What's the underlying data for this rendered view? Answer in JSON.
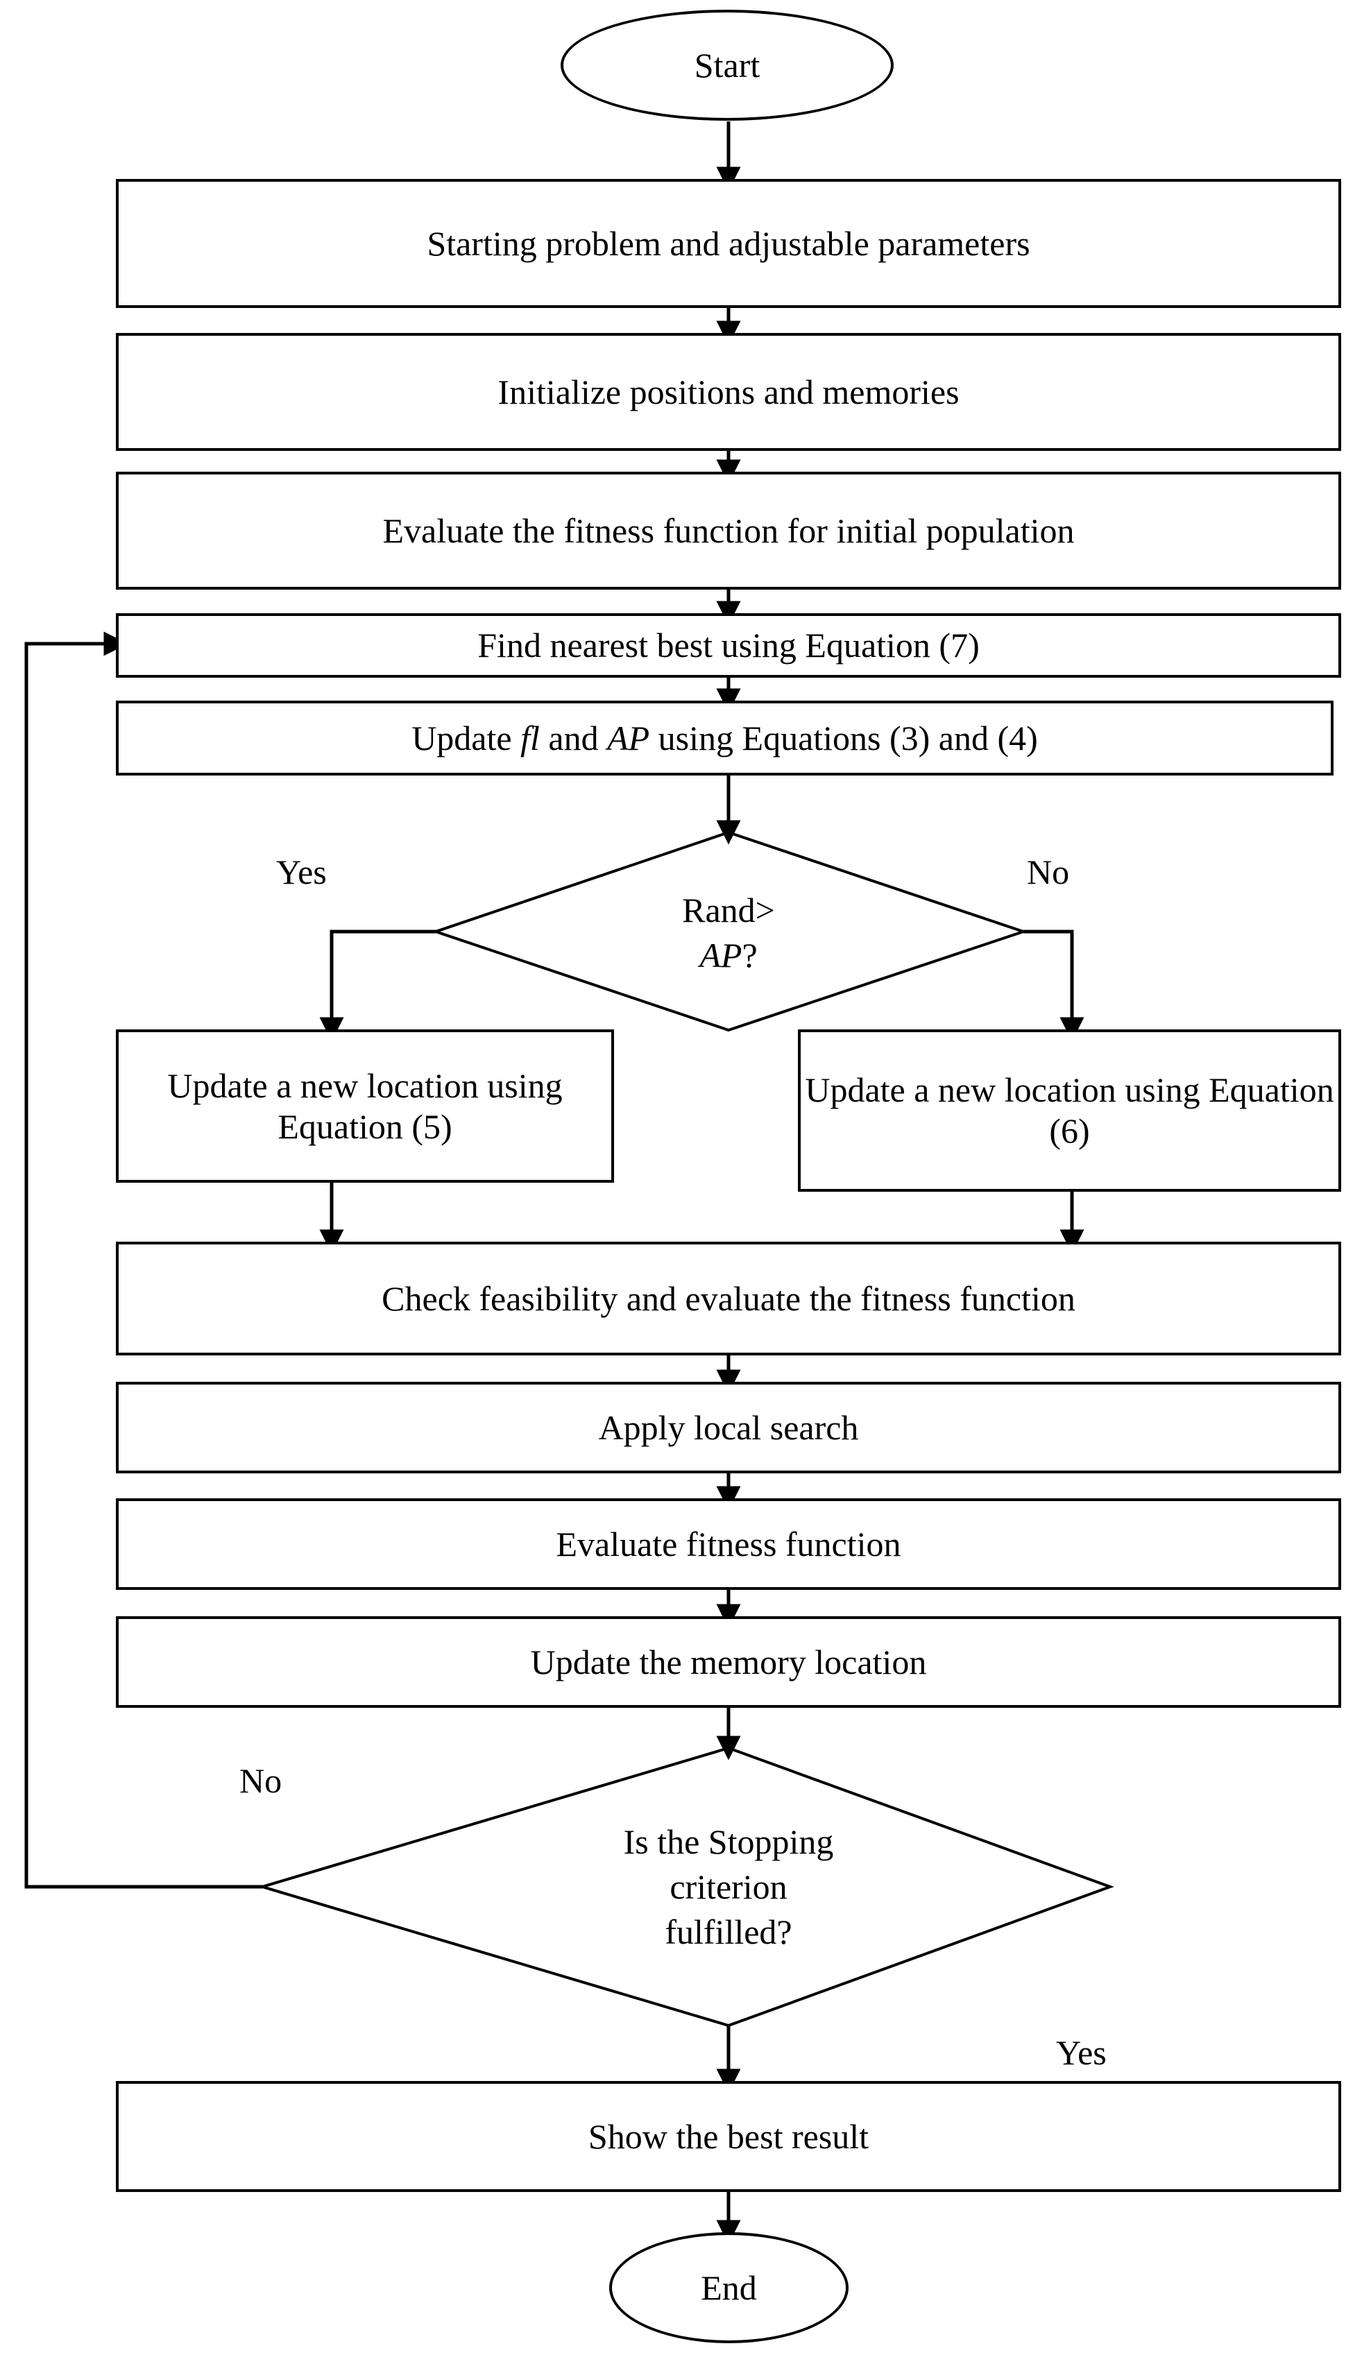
{
  "diagram": {
    "title": "Crow Search Algorithm with local search flowchart",
    "type": "flowchart",
    "colors": {
      "background": "#ffffff",
      "stroke": "#000000",
      "text": "#000000"
    },
    "nodes": {
      "start": {
        "label": "Start",
        "shape": "terminal"
      },
      "step1": {
        "label": "Starting problem and adjustable parameters",
        "shape": "process"
      },
      "step2": {
        "label": "Initialize  positions  and memories",
        "shape": "process"
      },
      "step3": {
        "label": "Evaluate the fitness function for initial  population",
        "shape": "process"
      },
      "step4": {
        "label": "Find nearest best using  Equation (7)",
        "shape": "process"
      },
      "step5": {
        "shape": "process",
        "label": "Update fl and AP using Equations  (3) and (4)",
        "parts": {
          "a": "Update ",
          "b_italic": "fl",
          "c": " and ",
          "d_italic": "AP",
          "e": " using Equations  (3) and (4)"
        }
      },
      "decision1": {
        "shape": "decision",
        "line1": "Rand>",
        "line2_italic": "AP",
        "line2_suffix": "?",
        "yes_label": "Yes",
        "no_label": "No"
      },
      "branch_left": {
        "label": "Update a new location  using Equation (5)",
        "shape": "process"
      },
      "branch_right": {
        "label": "Update a new location  using Equation (6)",
        "shape": "process"
      },
      "step6": {
        "label": "Check feasibility  and evaluate the fitness function",
        "shape": "process"
      },
      "step7": {
        "label": "Apply local search",
        "shape": "process"
      },
      "step8": {
        "label": "Evaluate fitness function",
        "shape": "process"
      },
      "step9": {
        "label": "Update the memory location",
        "shape": "process"
      },
      "decision2": {
        "shape": "decision",
        "line1": "Is the Stopping",
        "line2": "criterion",
        "line3": "fulfilled?",
        "no_label": "No",
        "yes_label": "Yes"
      },
      "step10": {
        "label": "Show the best result",
        "shape": "process"
      },
      "end": {
        "label": "End",
        "shape": "terminal"
      }
    },
    "edges": [
      {
        "from": "start",
        "to": "step1",
        "label": ""
      },
      {
        "from": "step1",
        "to": "step2",
        "label": ""
      },
      {
        "from": "step2",
        "to": "step3",
        "label": ""
      },
      {
        "from": "step3",
        "to": "step4",
        "label": ""
      },
      {
        "from": "step4",
        "to": "step5",
        "label": ""
      },
      {
        "from": "step5",
        "to": "decision1",
        "label": ""
      },
      {
        "from": "decision1",
        "to": "branch_left",
        "label": "Yes"
      },
      {
        "from": "decision1",
        "to": "branch_right",
        "label": "No"
      },
      {
        "from": "branch_left",
        "to": "step6",
        "label": ""
      },
      {
        "from": "branch_right",
        "to": "step6",
        "label": ""
      },
      {
        "from": "step6",
        "to": "step7",
        "label": ""
      },
      {
        "from": "step7",
        "to": "step8",
        "label": ""
      },
      {
        "from": "step8",
        "to": "step9",
        "label": ""
      },
      {
        "from": "step9",
        "to": "decision2",
        "label": ""
      },
      {
        "from": "decision2",
        "to": "step4",
        "label": "No"
      },
      {
        "from": "decision2",
        "to": "step10",
        "label": "Yes"
      },
      {
        "from": "step10",
        "to": "end",
        "label": ""
      }
    ]
  }
}
